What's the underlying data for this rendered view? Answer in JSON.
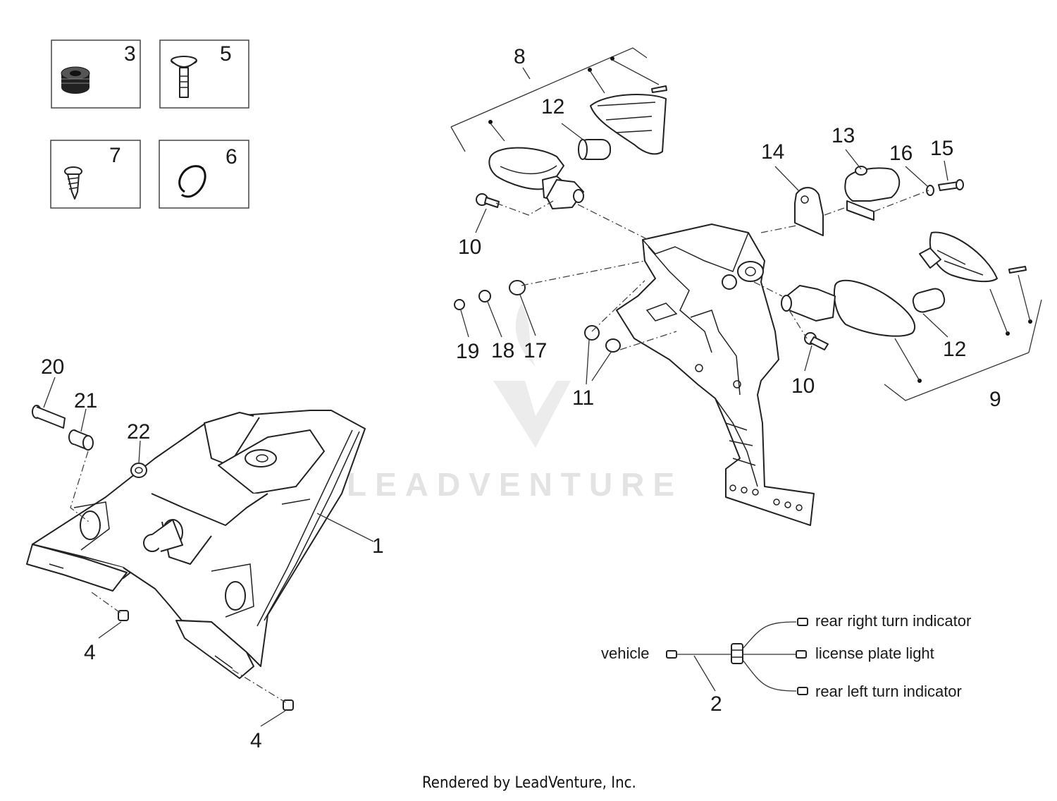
{
  "watermark": "LEADVENTURE",
  "footer": "Rendered by LeadVenture, Inc.",
  "inset_boxes": [
    {
      "label": "3",
      "icon": "grommet-icon"
    },
    {
      "label": "5",
      "icon": "bolt-icon"
    },
    {
      "label": "7",
      "icon": "screw-icon"
    },
    {
      "label": "6",
      "icon": "clip-icon"
    }
  ],
  "callouts": [
    "1",
    "2",
    "4",
    "4",
    "8",
    "9",
    "10",
    "10",
    "11",
    "12",
    "12",
    "13",
    "14",
    "15",
    "16",
    "17",
    "18",
    "19",
    "20",
    "21",
    "22"
  ],
  "wiring": {
    "source": "vehicle",
    "outputs": [
      "rear right turn indicator",
      "license plate light",
      "rear left turn indicator"
    ]
  }
}
